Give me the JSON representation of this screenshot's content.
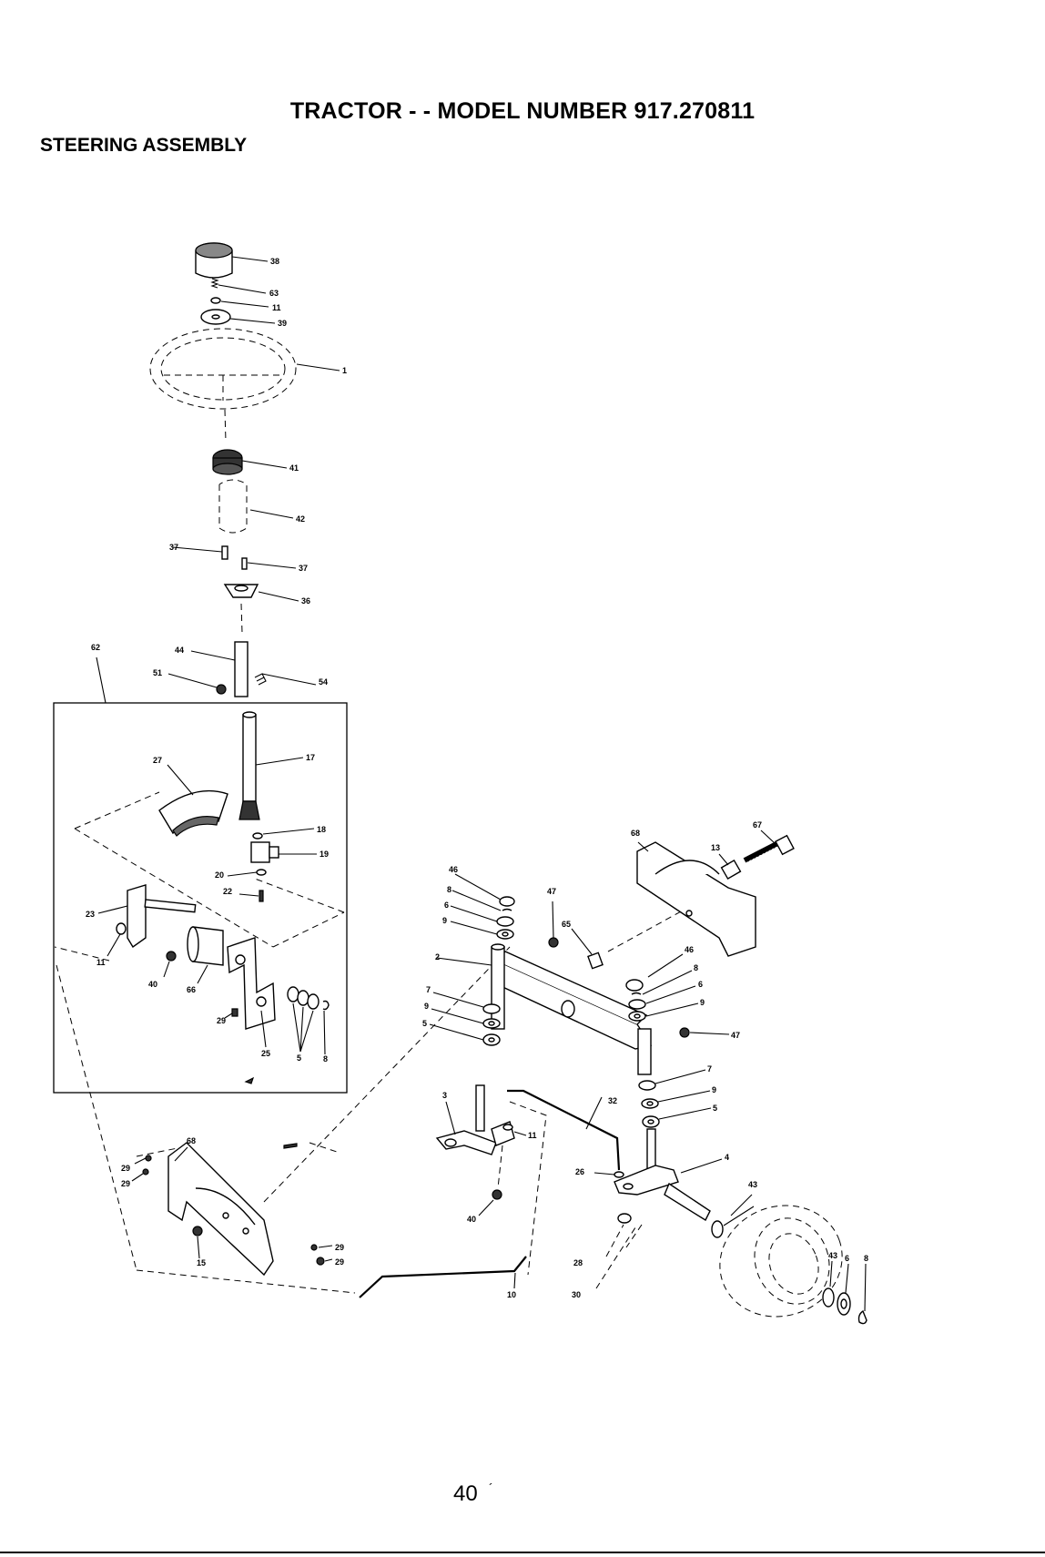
{
  "header": {
    "title": "TRACTOR - - MODEL NUMBER 917.270811",
    "subtitle": "STEERING ASSEMBLY"
  },
  "footer": {
    "page_number": "40",
    "mark": "´"
  },
  "callouts": {
    "c38": "38",
    "c63": "63",
    "c11a": "11",
    "c39": "39",
    "c1": "1",
    "c41": "41",
    "c42": "42",
    "c37a": "37",
    "c37b": "37",
    "c36": "36",
    "c62": "62",
    "c44": "44",
    "c51": "51",
    "c54": "54",
    "c27": "27",
    "c17": "17",
    "c18": "18",
    "c19": "19",
    "c20": "20",
    "c22": "22",
    "c23": "23",
    "c11b": "11",
    "c40a": "40",
    "c66": "66",
    "c29a": "29",
    "c25": "25",
    "c5a": "5",
    "c8a": "8",
    "c68a": "68",
    "c29b": "29",
    "c29c": "29",
    "c15": "15",
    "c29d": "29",
    "c29e": "29",
    "c10": "10",
    "c40b": "40",
    "c11c": "11",
    "c3": "3",
    "c32": "32",
    "c26": "26",
    "c28": "28",
    "c30": "30",
    "c46a": "46",
    "c8b": "8",
    "c6a": "6",
    "c9a": "9",
    "c47a": "47",
    "c65": "65",
    "c2": "2",
    "c7a": "7",
    "c9b": "9",
    "c5b": "5",
    "c68b": "68",
    "c13": "13",
    "c67": "67",
    "c46b": "46",
    "c8c": "8",
    "c6b": "6",
    "c9c": "9",
    "c47b": "47",
    "c7b": "7",
    "c9d": "9",
    "c5c": "5",
    "c4": "4",
    "c43a": "43",
    "c43b": "43",
    "c6c": "6",
    "c8d": "8"
  }
}
